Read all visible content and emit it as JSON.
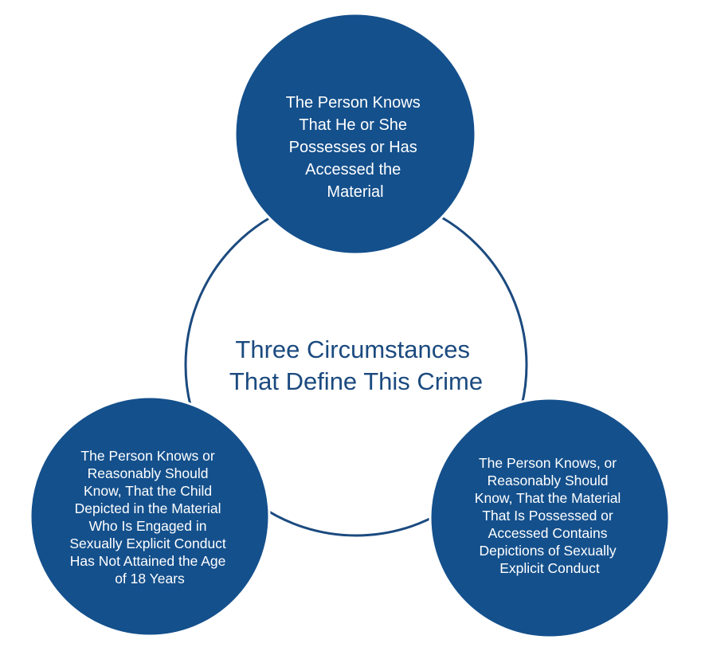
{
  "colors": {
    "node_fill": "#14508c",
    "ring_stroke": "#1b4a7f",
    "center_text": "#1b4a7f",
    "node_text": "#ffffff"
  },
  "center": {
    "title_lines": [
      "Three Circumstances",
      "That Define This Crime"
    ]
  },
  "nodes": {
    "top": {
      "lines": [
        "The Person Knows",
        "That He or She",
        "Possesses or Has",
        "Accessed the",
        "Material"
      ]
    },
    "left": {
      "lines": [
        "The Person Knows or",
        "Reasonably Should",
        "Know, That the Child",
        "Depicted in the Material",
        "Who Is Engaged in",
        "Sexually Explicit Conduct",
        "Has Not Attained the Age",
        "of 18 Years"
      ]
    },
    "right": {
      "lines": [
        "The Person Knows, or",
        "Reasonably Should",
        "Know, That the Material",
        "That Is Possessed or",
        "Accessed Contains",
        "Depictions of Sexually",
        "Explicit Conduct"
      ]
    }
  }
}
